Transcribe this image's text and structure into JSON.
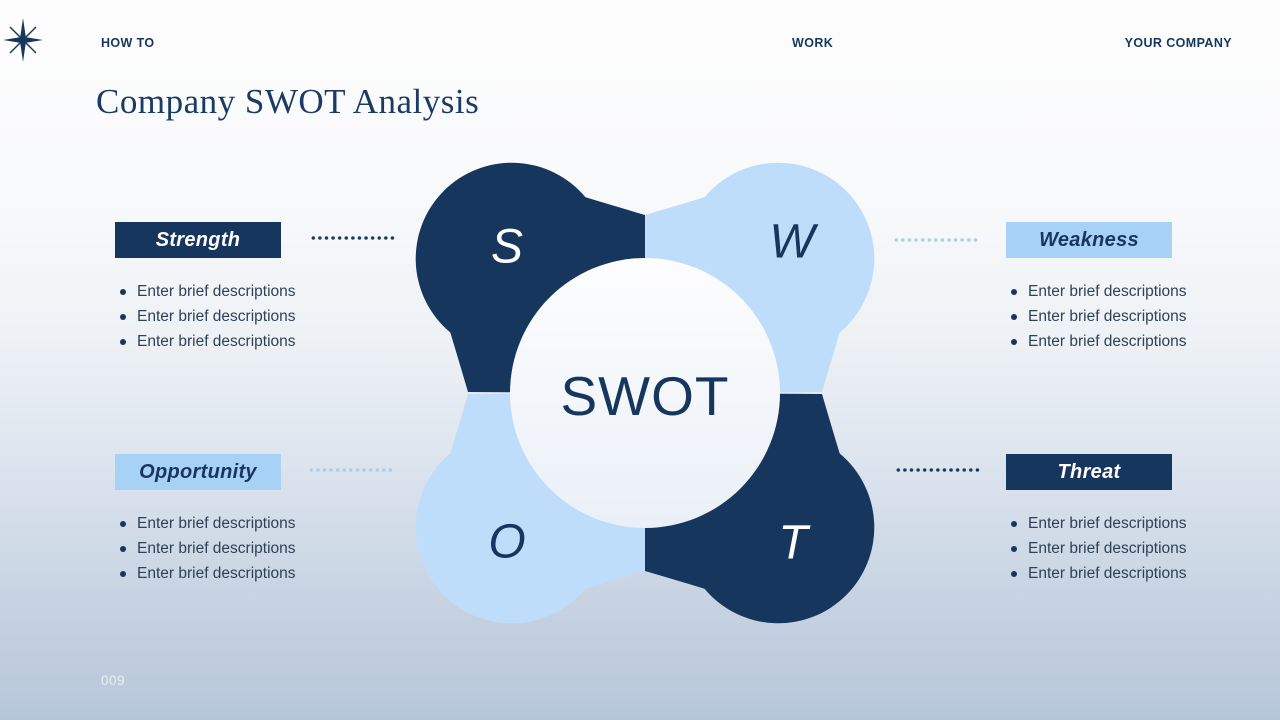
{
  "header": {
    "left": "HOW TO",
    "center": "WORK",
    "right": "YOUR COMPANY"
  },
  "title": "Company SWOT Analysis",
  "page_number": "009",
  "diagram": {
    "center_label": "SWOT",
    "quadrants": [
      {
        "letter": "S",
        "name": "Strength",
        "tone": "dark"
      },
      {
        "letter": "W",
        "name": "Weakness",
        "tone": "light"
      },
      {
        "letter": "O",
        "name": "Opportunity",
        "tone": "light"
      },
      {
        "letter": "T",
        "name": "Threat",
        "tone": "dark"
      }
    ]
  },
  "blocks": [
    {
      "label": "Strength",
      "tone": "dark",
      "bullets": [
        "Enter brief descriptions",
        "Enter brief descriptions",
        "Enter brief descriptions"
      ]
    },
    {
      "label": "Weakness",
      "tone": "light",
      "bullets": [
        "Enter brief descriptions",
        "Enter brief descriptions",
        "Enter brief descriptions"
      ]
    },
    {
      "label": "Opportunity",
      "tone": "light",
      "bullets": [
        "Enter brief descriptions",
        "Enter brief descriptions",
        "Enter brief descriptions"
      ]
    },
    {
      "label": "Threat",
      "tone": "dark",
      "bullets": [
        "Enter brief descriptions",
        "Enter brief descriptions",
        "Enter brief descriptions"
      ]
    }
  ],
  "colors": {
    "navy": "#17365D",
    "lobe_light": "#BEDDFA",
    "label_light": "#A8D2F5",
    "bullet_text": "#2F4156",
    "title": "#1B3A64",
    "dots_light": "#ACCBE4",
    "page_number": "#E9EFF5"
  }
}
